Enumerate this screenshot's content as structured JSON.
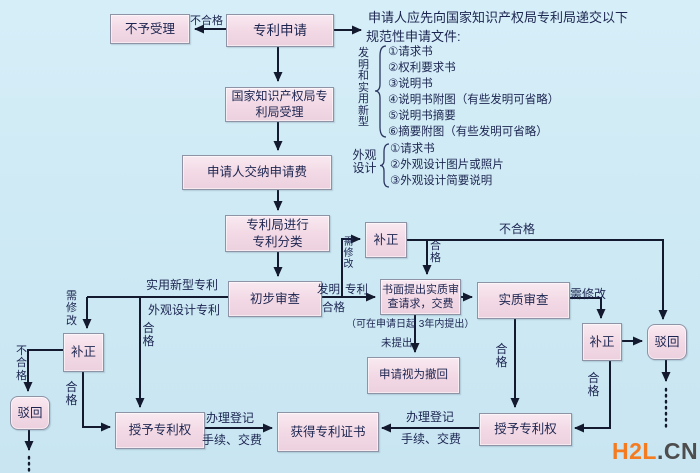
{
  "boxes": {
    "not_accepted": "不予受理",
    "patent_application": "专利申请",
    "sipo_acceptance": "国家知识产权局专\n利局受理",
    "pay_fee": "申请人交纳申请费",
    "classification": "专利局进行\n专利分类",
    "preliminary_exam": "初步审查",
    "correction_top": "补正",
    "written_request": "书面提出实质审\n查请求，交费",
    "substantive_exam": "实质审查",
    "correction_right": "补正",
    "rejection_right": "驳回",
    "deemed_withdrawn": "申请视为撤回",
    "correction_left": "补正",
    "rejection_left": "驳回",
    "grant_left": "授予专利权",
    "certificate": "获得专利证书",
    "grant_right": "授予专利权"
  },
  "labels": {
    "unqualified_top": "不合格",
    "unqualified_long": "不合格",
    "utility_model": "实用新型专利",
    "design_patent": "外观设计专利",
    "invention": "发明",
    "patent": "专利",
    "qualified_invention": "合格",
    "need_amend_top": "需修改",
    "qualified_top": "合格",
    "need_amend_right": "需修改",
    "qualified_substantive": "合格",
    "qualified_correction_right": "合格",
    "need_amend_left": "需修改",
    "qualified_direct_left": "合格",
    "unqualified_left": "不合格",
    "qualified_correction_left": "合格",
    "not_filed": "未提出",
    "filing_window": "（可在申请日起 3年内提出）",
    "register_left_1": "办理登记",
    "register_left_2": "手续、交费",
    "register_right_1": "办理登记",
    "register_right_2": "手续、交费"
  },
  "docnote": {
    "line1": "申请人应先向国家知识产权局专利局递交以下",
    "line2": "规范性申请文件:",
    "group1": {
      "label": "发明和实用新型",
      "items": [
        "①请求书",
        "②权利要求书",
        "③说明书",
        "④说明书附图（有些发明可省略）",
        "⑤说明书摘要",
        "⑥摘要附图（有些发明可省略）"
      ]
    },
    "group2": {
      "label": "外观设计",
      "items": [
        "①请求书",
        "②外观设计图片或照片",
        "③外观设计简要说明"
      ]
    }
  },
  "watermark": {
    "brand": "H2L",
    "suffix": ".CN",
    "brand_color": "#f47b20",
    "suffix_color": "#4d4d4d"
  }
}
